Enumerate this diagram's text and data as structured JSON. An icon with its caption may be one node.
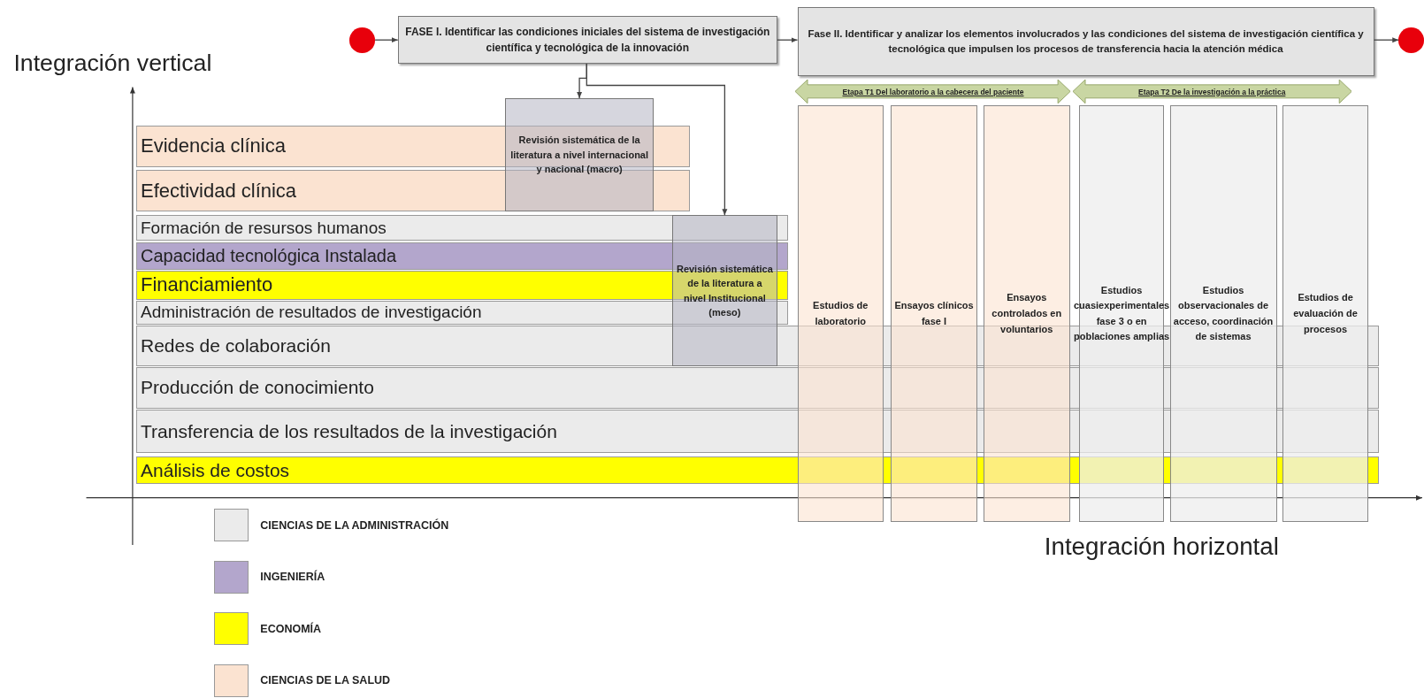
{
  "diagram": {
    "nodes": [
      {
        "text": [],
        "shape": "circle"
      },
      {
        "text": [
          "FASE I. Identificar las condiciones iniciales del sistema de investigación científica y tecnológica de la innovación"
        ]
      },
      {
        "text": [
          "Fase II. Identificar y analizar los elementos involucrados y las condiciones del sistema de investigación científica y tecnológica que impulsen los procesos de transferencia hacia la atención médica"
        ]
      },
      {
        "text": [],
        "shape": "circle"
      },
      {
        "text": [
          "Etapa T1 Del laboratorio a la cabecera del paciente"
        ]
      },
      {
        "text": [
          "Etapa T2 De la investigación a la práctica"
        ]
      },
      {
        "text": [
          "Revisión sistemática de la literatura a nivel internacional y nacional (macro)"
        ]
      },
      {
        "text": [
          "Revisión sistemática de la literatura a nivel Institucional (meso)"
        ]
      },
      {
        "text": [
          "Evidencia clínica"
        ]
      },
      {
        "text": [
          "Efectividad clínica"
        ]
      },
      {
        "text": [
          "Formación de resursos humanos"
        ]
      },
      {
        "text": [
          "Capacidad tecnológica Instalada"
        ]
      },
      {
        "text": [
          "Financiamiento"
        ]
      },
      {
        "text": [
          "Administración de resultados de investigación"
        ]
      },
      {
        "text": [
          "Redes de colaboración"
        ]
      },
      {
        "text": [
          "Producción de conocimiento"
        ]
      },
      {
        "text": [
          "Transferencia de los resultados de la investigación"
        ]
      },
      {
        "text": [
          "Análisis de costos"
        ]
      },
      {
        "text": [
          "Estudios de laboratorio"
        ]
      },
      {
        "text": [
          "Ensayos clínicos fase I"
        ]
      },
      {
        "text": [
          "Ensayos controlados en voluntarios"
        ]
      },
      {
        "text": [
          "Estudios cuasiexperimentales fase 3 o en poblaciones amplias"
        ]
      },
      {
        "text": [
          "Estudios observacionales de acceso, coordinación de sistemas"
        ]
      },
      {
        "text": [
          "Estudios de evaluación de procesos"
        ]
      }
    ],
    "edges": [
      {
        "from": 0,
        "to": 1,
        "arrow": "to"
      },
      {
        "from": 1,
        "to": 2,
        "arrow": "to"
      },
      {
        "from": 2,
        "to": 3,
        "arrow": "to"
      },
      {
        "from": 1,
        "to": 6,
        "arrow": "to"
      },
      {
        "from": 1,
        "to": 7,
        "arrow": "to"
      }
    ],
    "labels": [
      "Integración vertical",
      "Integración horizontal"
    ],
    "legend": [
      {
        "text": "CIENCIAS DE LA ADMINISTRACIÓN",
        "color": "#ebebeb"
      },
      {
        "text": "INGENIERÍA",
        "color": "#b3a6cc"
      },
      {
        "text": "ECONOMÍA",
        "color": "#ffff00"
      },
      {
        "text": "CIENCIAS DE LA SALUD",
        "color": "#fbe3d1"
      }
    ]
  }
}
